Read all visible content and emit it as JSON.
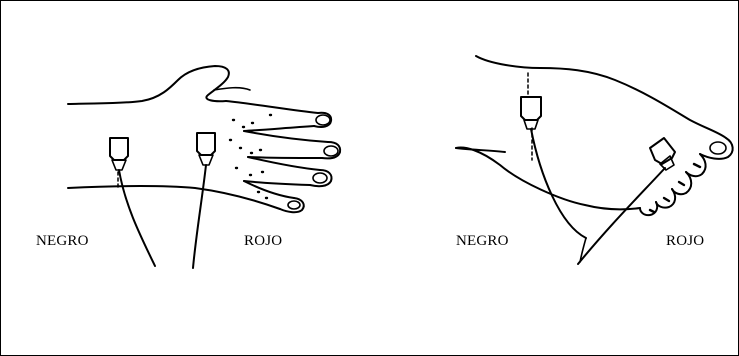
{
  "figure": {
    "hand_panel": {
      "label_left": "NEGRO",
      "label_right": "ROJO",
      "left_icon": "hand-with-electrodes-icon"
    },
    "foot_panel": {
      "label_left": "NEGRO",
      "label_right": "ROJO",
      "right_icon": "foot-with-electrodes-icon"
    },
    "line_color": "#000000",
    "background_color": "#ffffff"
  }
}
